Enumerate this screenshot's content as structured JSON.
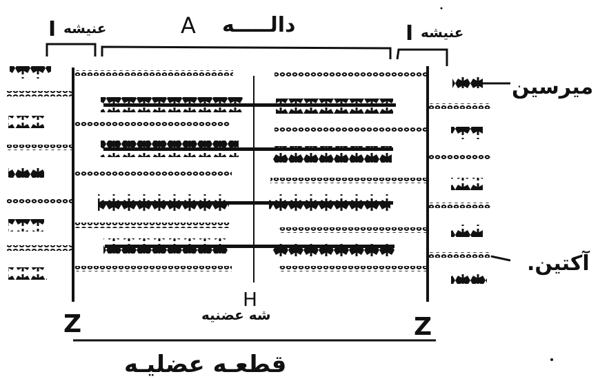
{
  "labels": {
    "a_band": "A",
    "a_band_word": "دالـــــه",
    "i_band_left_letter": "I",
    "i_band_left_word": "عنيشه",
    "i_band_right_letter": "I",
    "i_band_right_word": "عنيشه",
    "myosin": "ميرسين",
    "actin": ".آكتين",
    "h_zone_letter": "H",
    "h_zone_word": "شه عضنيه",
    "z_left": "Z",
    "z_right": "Z",
    "sarcomere": "قطعـه عضليـه"
  },
  "colors": {
    "ink": "#111111",
    "paper": "#ffffff"
  }
}
